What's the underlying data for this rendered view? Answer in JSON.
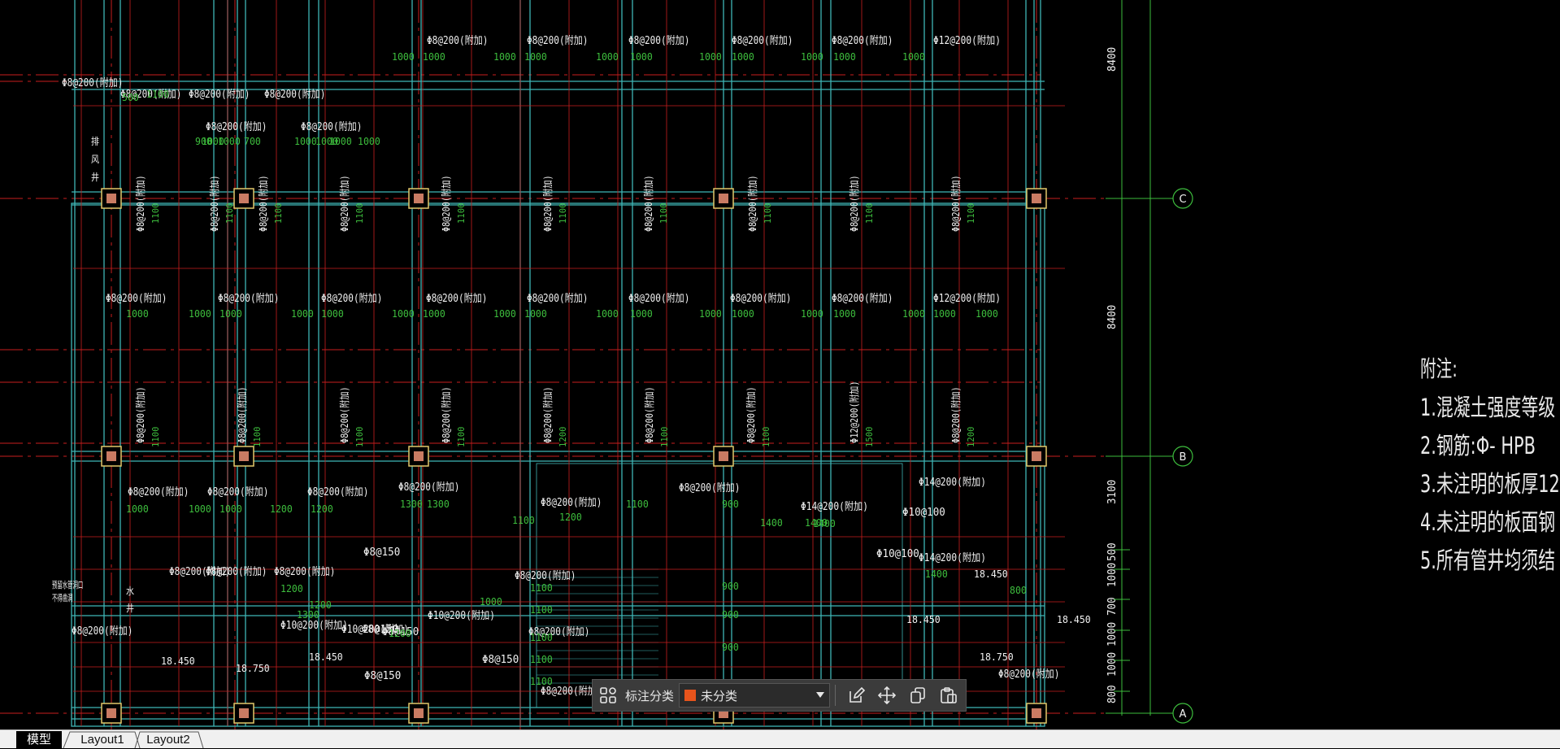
{
  "toolbar": {
    "category_label": "标注分类",
    "selected_category": "未分类",
    "swatch_color": "#e8541c"
  },
  "tabs": [
    {
      "label": "模型",
      "active": true
    },
    {
      "label": "Layout1",
      "active": false
    },
    {
      "label": "Layout2",
      "active": false
    }
  ],
  "notes": {
    "heading": "附注:",
    "items": [
      "1.混凝土强度等级",
      "2.钢筋:Φ- HPB",
      "3.未注明的板厚12",
      "4.未注明的板面钢",
      "5.所有管井均须结"
    ]
  },
  "axes": {
    "grid_labels": [
      "C",
      "B",
      "A"
    ],
    "dims": [
      "8400",
      "8400",
      "3100",
      "500",
      "1000",
      "700",
      "1000",
      "1000",
      "800"
    ]
  },
  "rebar_labels": {
    "row1": [
      "Φ8@200(附加)",
      "Φ8@200(附加)",
      "Φ8@200(附加)",
      "Φ8@200(附加)",
      "Φ8@200(附加)",
      "Φ12@200(附加)"
    ],
    "row1_dims": [
      "1000",
      "1000",
      "1000",
      "1000",
      "1000",
      "1000",
      "1000",
      "1000",
      "1000",
      "1000",
      "1000"
    ],
    "top_left": [
      "Φ8@200(附加)",
      "Φ8@200(附加)",
      "Φ8@200(附加)",
      "Φ8@200(附加)",
      "Φ8@200(附加)",
      "Φ8@200(附加)"
    ],
    "top_left_dims": [
      "1000",
      "1000",
      "1000",
      "1000",
      "1100",
      "900",
      "700",
      "1000",
      "1000",
      "500"
    ],
    "row2": [
      "Φ8@200(附加)",
      "Φ8@200(附加)",
      "Φ8@200(附加)",
      "Φ8@200(附加)",
      "Φ8@200(附加)",
      "Φ8@200(附加)",
      "Φ8@200(附加)",
      "Φ8@200(附加)",
      "Φ12@200(附加)"
    ],
    "row2_dims": [
      "1000",
      "1000",
      "1000",
      "1000",
      "1000",
      "1000",
      "1000",
      "1000",
      "1000",
      "1000",
      "1000",
      "1000",
      "1000",
      "1000",
      "1000",
      "1000",
      "1000",
      "1000"
    ],
    "vert1": [
      "Φ8@200(附加)",
      "Φ8@200(附加)",
      "Φ8@200(附加)",
      "Φ8@200(附加)",
      "Φ8@200(附加)",
      "Φ8@200(附加)",
      "Φ8@200(附加)",
      "Φ8@200(附加)",
      "Φ8@200(附加)",
      "Φ8@200(附加)"
    ],
    "vert1_dims": [
      "1100",
      "1100",
      "1100",
      "1100",
      "1100",
      "1100",
      "1100",
      "1100",
      "1100",
      "1100",
      "1200"
    ],
    "vert2": [
      "Φ8@200(附加)",
      "Φ8@200(附加)",
      "Φ8@200(附加)",
      "Φ8@200(附加)",
      "Φ8@200(附加)",
      "Φ8@200(附加)",
      "Φ8@200(附加)",
      "Φ12@200(附加)",
      "Φ8@200(附加)"
    ],
    "vert2_dims": [
      "1100",
      "1100",
      "1100",
      "1100",
      "1200",
      "1100",
      "1100",
      "1500",
      "1200"
    ],
    "lower": [
      "Φ8@200(附加)",
      "Φ8@200(附加)",
      "Φ8@200(附加)",
      "Φ8@200(附加)",
      "Φ8@200(附加)",
      "Φ8@200(附加)",
      "Φ14@200(附加)",
      "Φ14@200(附加)",
      "Φ10@100",
      "Φ10@100",
      "Φ14@200(附加)",
      "Φ8@150",
      "Φ8@200(附加)",
      "Φ8@200(附加)",
      "Φ8@200(附加)",
      "Φ10@200(附加)",
      "Φ8@200(附加)",
      "Φ10@200(附加)",
      "Φ8@200(附加)",
      "Φ8@200(附加)",
      "Φ8@150",
      "Φ8@150",
      "Φ8@150",
      "Φ8@200(附加)",
      "Φ10@200(附加)",
      "Φ8@150",
      "Φ8@200(附加)"
    ],
    "lower_dims": [
      "1000",
      "1000",
      "1000",
      "1200",
      "1200",
      "1300",
      "1300",
      "1100",
      "1200",
      "1100",
      "900",
      "1400",
      "1400",
      "1400",
      "1400",
      "1000",
      "1200",
      "1200",
      "1300",
      "1200",
      "1100",
      "1100",
      "1100",
      "1100",
      "1100",
      "900",
      "900",
      "900",
      "800"
    ],
    "elevations": [
      "18.450",
      "18.750",
      "18.450",
      "18.450",
      "18.750",
      "18.450",
      "18.450"
    ],
    "side_note": [
      "预留水管洞口",
      "不得凿洞"
    ],
    "well_labels": [
      "水",
      "井",
      "排",
      "风",
      "井"
    ]
  }
}
